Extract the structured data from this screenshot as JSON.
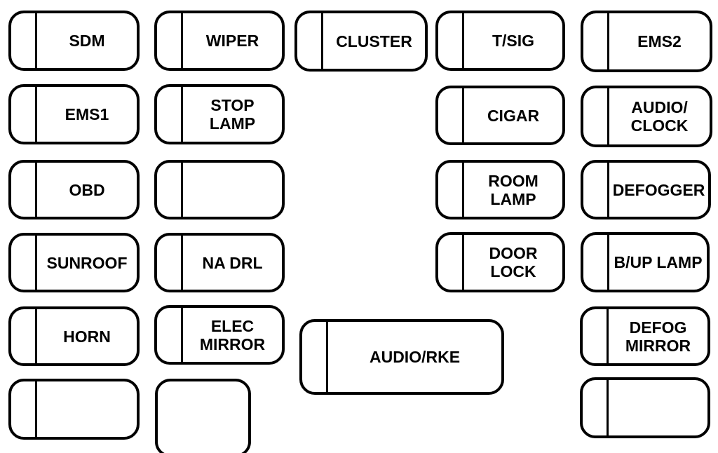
{
  "diagram": {
    "type": "fuse-box-diagram",
    "colors": {
      "line": "#000000",
      "background": "#ffffff"
    },
    "boxes": [
      {
        "id": "sdm",
        "label": "SDM"
      },
      {
        "id": "ems1",
        "label": "EMS1"
      },
      {
        "id": "obd",
        "label": "OBD"
      },
      {
        "id": "sunroof",
        "label": "SUNROOF"
      },
      {
        "id": "horn",
        "label": "HORN"
      },
      {
        "id": "blank-1",
        "label": ""
      },
      {
        "id": "wiper",
        "label": "WIPER"
      },
      {
        "id": "stop-lamp",
        "label": "STOP\nLAMP"
      },
      {
        "id": "blank-2",
        "label": ""
      },
      {
        "id": "na-drl",
        "label": "NA DRL"
      },
      {
        "id": "elec-mirror",
        "label": "ELEC\nMIRROR"
      },
      {
        "id": "blank-3",
        "label": ""
      },
      {
        "id": "cluster",
        "label": "CLUSTER"
      },
      {
        "id": "audio-rke",
        "label": "AUDIO/RKE"
      },
      {
        "id": "t-sig",
        "label": "T/SIG"
      },
      {
        "id": "cigar",
        "label": "CIGAR"
      },
      {
        "id": "room-lamp",
        "label": "ROOM\nLAMP"
      },
      {
        "id": "door-lock",
        "label": "DOOR\nLOCK"
      },
      {
        "id": "ems2",
        "label": "EMS2"
      },
      {
        "id": "audio-clock",
        "label": "AUDIO/\nCLOCK"
      },
      {
        "id": "defogger",
        "label": "DEFOGGER"
      },
      {
        "id": "bup-lamp",
        "label": "B/UP LAMP"
      },
      {
        "id": "defog-mirror",
        "label": "DEFOG\nMIRROR"
      },
      {
        "id": "blank-4",
        "label": ""
      }
    ]
  }
}
